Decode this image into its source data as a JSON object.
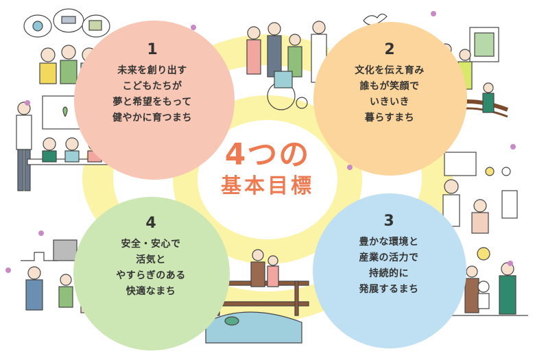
{
  "title": {
    "line1": "4つの",
    "line2": "基本目標"
  },
  "goals": [
    {
      "number": "1",
      "lines": [
        "未来を創り出す",
        "こどもたちが",
        "夢と希望をもって",
        "健やかに育つまち"
      ]
    },
    {
      "number": "2",
      "lines": [
        "文化を伝え育み",
        "誰もが笑顔で",
        "いきいき",
        "暮らすまち"
      ]
    },
    {
      "number": "3",
      "lines": [
        "豊かな環境と",
        "産業の活力で",
        "持続的に",
        "発展するまち"
      ]
    },
    {
      "number": "4",
      "lines": [
        "安全・安心で",
        "活気と",
        "やすらぎのある",
        "快適なまち"
      ]
    }
  ],
  "colors": {
    "goal1": "#f7c6b4",
    "goal2": "#fbd59b",
    "goal3": "#bfe0f3",
    "goal4": "#cde7b4",
    "connector": "#fbf3a6",
    "title": "#ee7a52"
  }
}
